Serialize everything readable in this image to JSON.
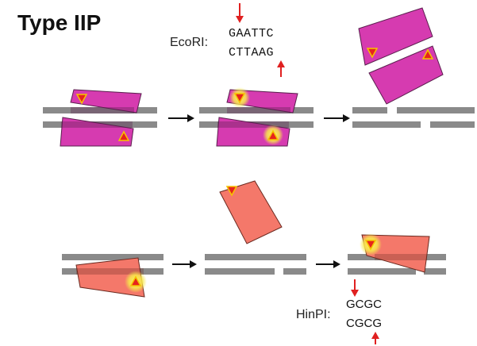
{
  "title": "Type IIP",
  "ecori": {
    "name": "EcoRI:",
    "top_strand": "GAATTC",
    "bottom_strand": "CTTAAG"
  },
  "hinpi": {
    "name": "HinPI:",
    "top_strand": "GCGC",
    "bottom_strand": "CGCG"
  },
  "colors": {
    "dna": "#8a8a8a",
    "enzyme_magenta": "#d63bb0",
    "enzyme_salmon": "#f4786a",
    "cut_arrow": "#e02020",
    "active_site_fill": "#e7241c",
    "active_site_stroke": "#f6c400",
    "glow": "#f7e94a",
    "step_arrow": "#111111"
  }
}
